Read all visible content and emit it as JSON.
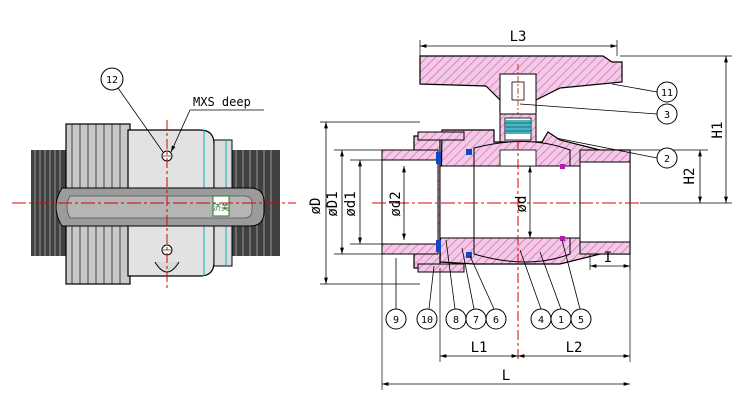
{
  "drawing": {
    "note": "MXS deep",
    "logo": "济美",
    "dimensions": {
      "L3": "L3",
      "H1": "H1",
      "H2": "H2",
      "I": "I",
      "D": "øD",
      "D1": "øD1",
      "d1": "ød1",
      "d2": "ød2",
      "d": "ød",
      "L1": "L1",
      "L2": "L2",
      "L": "L"
    },
    "balloons": [
      "12",
      "11",
      "3",
      "2",
      "9",
      "10",
      "8",
      "7",
      "6",
      "4",
      "1",
      "5"
    ]
  }
}
